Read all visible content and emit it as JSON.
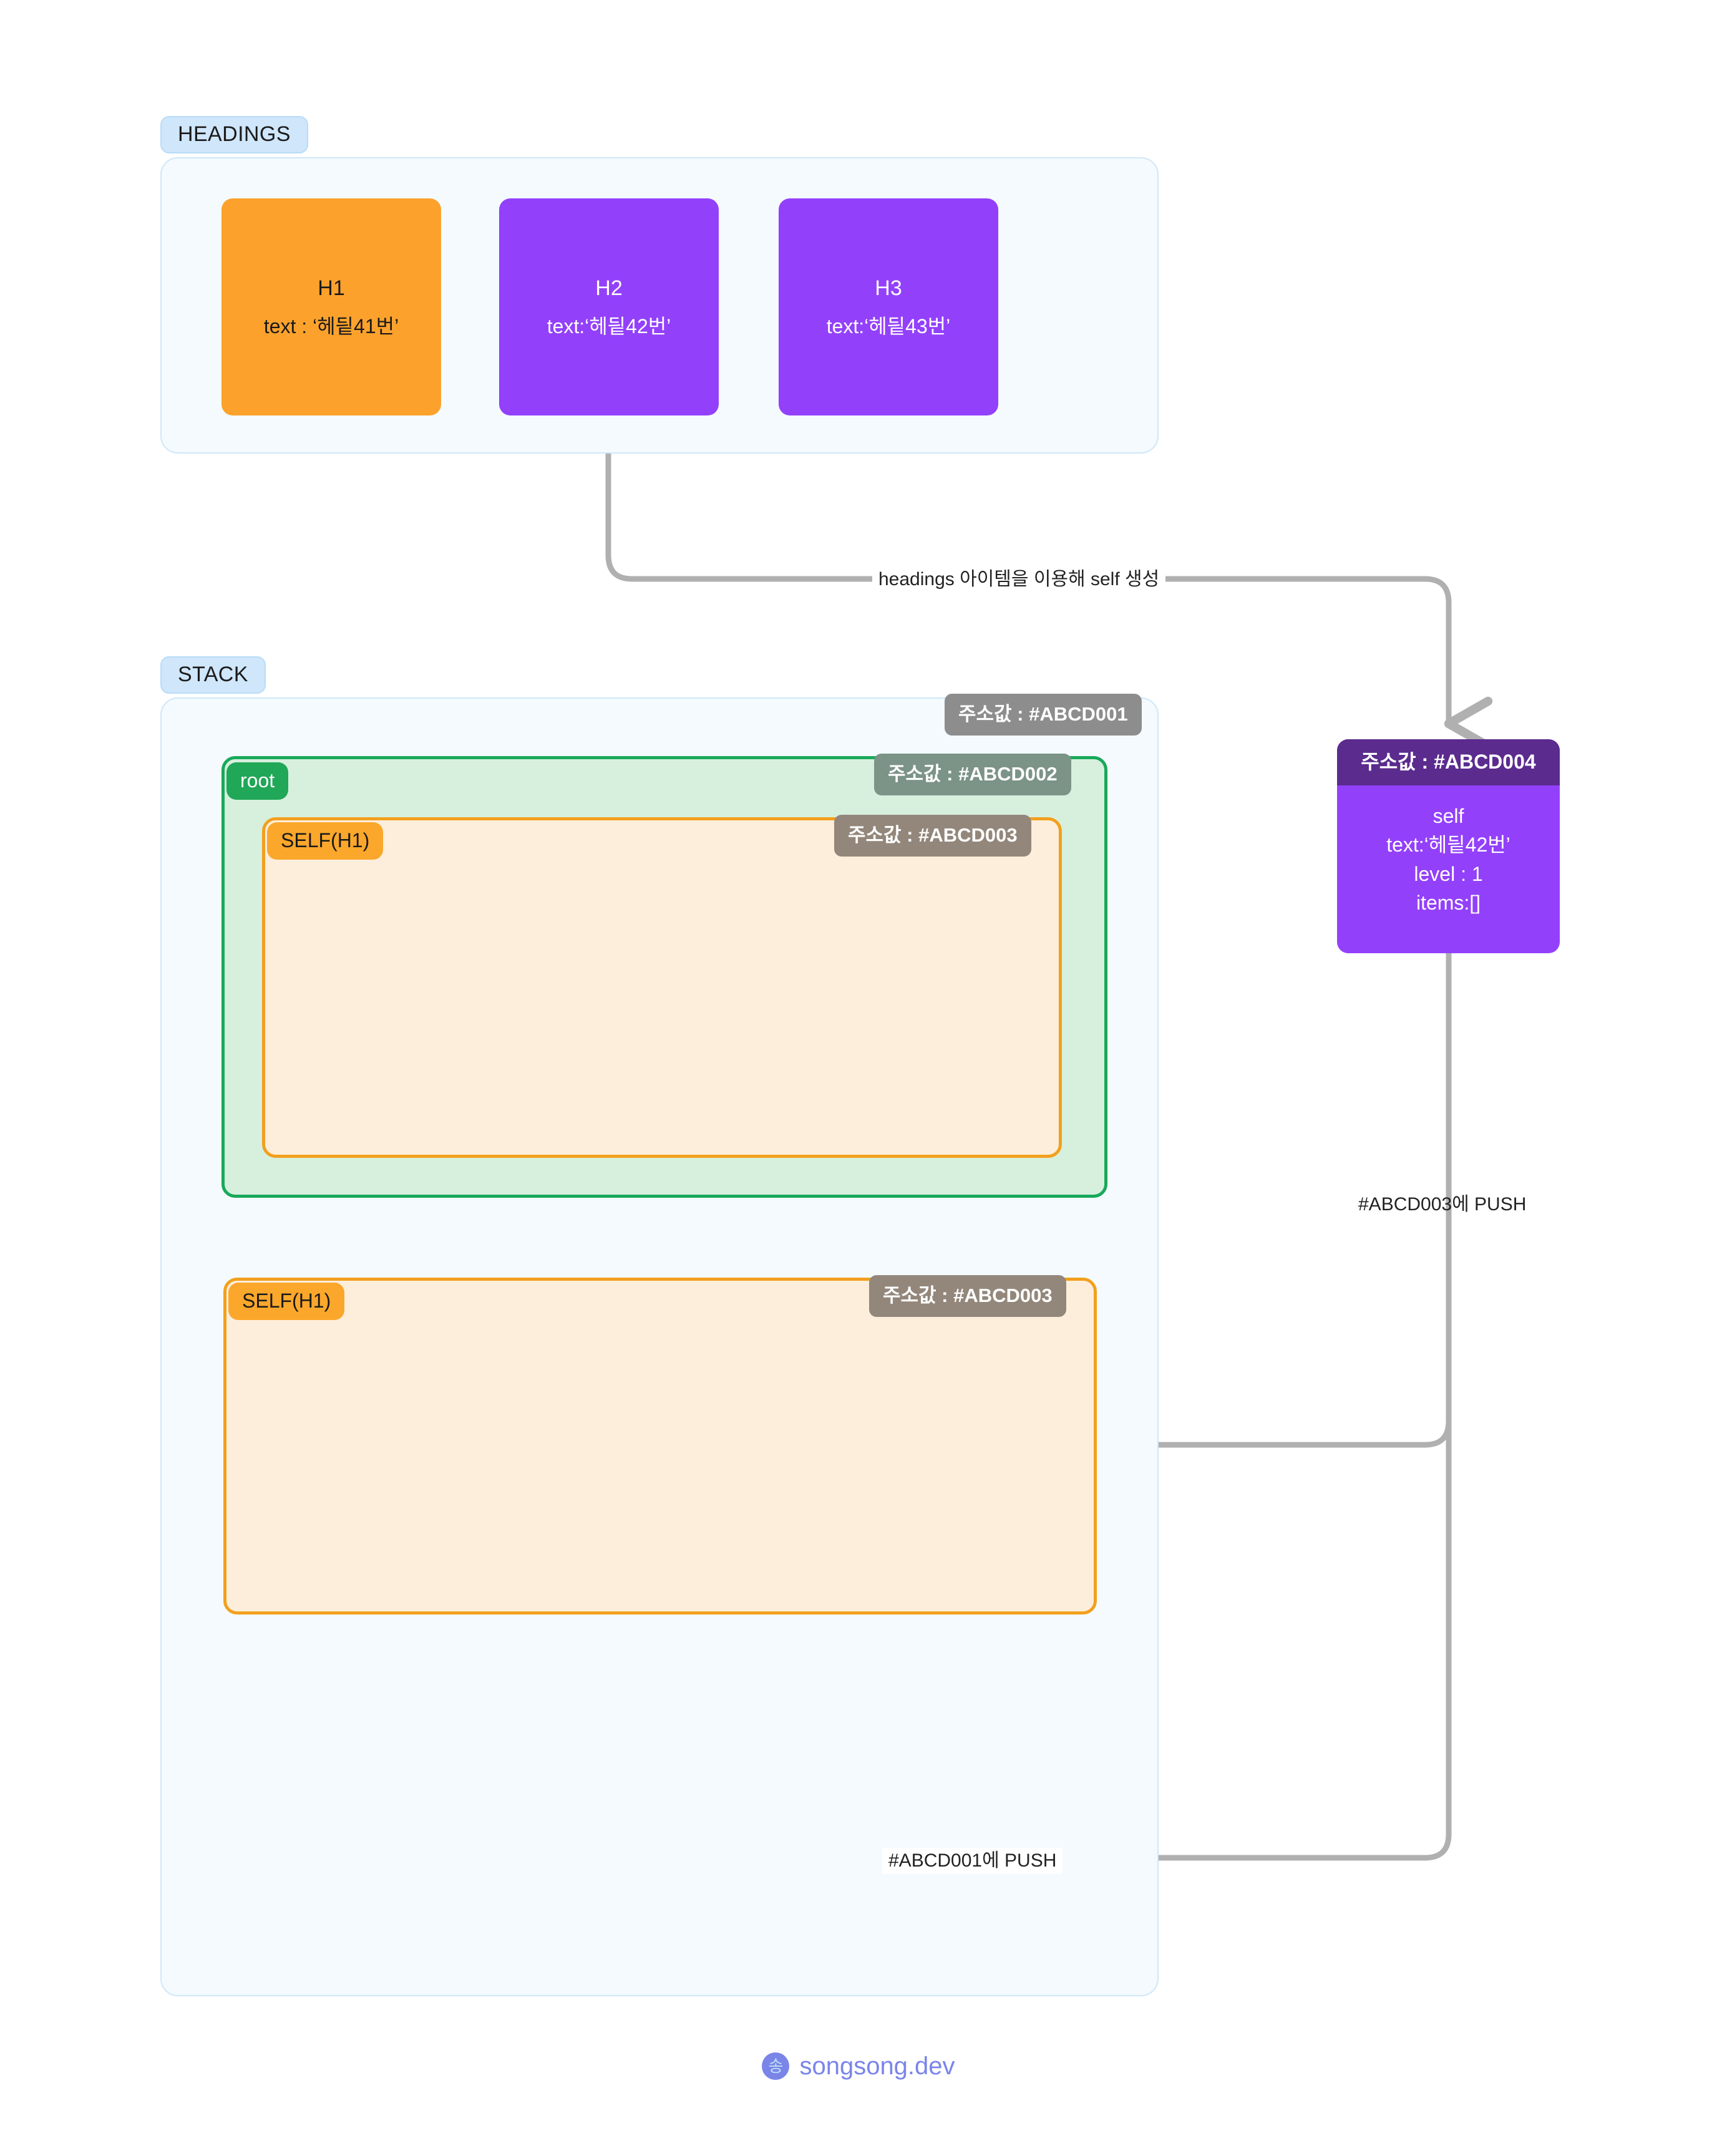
{
  "sections": {
    "headings": {
      "tag": "HEADINGS"
    },
    "stack": {
      "tag": "STACK"
    }
  },
  "headings": {
    "cards": [
      {
        "title": "H1",
        "sub": "text : ‘헤딑41번’",
        "color": "#fca22c"
      },
      {
        "title": "H2",
        "sub": "text:‘헤딑42번’",
        "color": "#9340fb"
      },
      {
        "title": "H3",
        "sub": "text:‘헤딑43번’",
        "color": "#9340fb"
      }
    ]
  },
  "stack": {
    "root_address": "주소값 : #ABCD001",
    "root_box": {
      "label": "root",
      "address": "주소값 : #ABCD002"
    },
    "inner_self": {
      "label": "SELF(H1)",
      "address": "주소값 : #ABCD003"
    },
    "detached_self": {
      "label": "SELF(H1)",
      "address": "주소값 : #ABCD003"
    }
  },
  "self_node": {
    "address": "주소값 : #ABCD004",
    "lines": [
      "self",
      "text:‘헤딑42번’",
      "level : 1",
      "items:[]"
    ]
  },
  "edges": {
    "create_self": "headings 아이템을 이용해 self 생성",
    "push_003": "#ABCD003에 PUSH",
    "push_001": "#ABCD001에 PUSH"
  },
  "footer": {
    "logo_glyph": "송",
    "brand": "songsong.dev"
  },
  "colors": {
    "panel_bg": "#f4fafe",
    "panel_border": "#cfe7f8",
    "tag_bg": "#cfe6fb",
    "orange": "#fca22c",
    "purple": "#9340fb",
    "purple_dark": "#5b2b8e",
    "green": "#18a95a",
    "green_fill": "#d7f0de",
    "orange_fill": "#fdeedb",
    "badge_grey": "#8d8d8d",
    "edge_grey": "#b0b0b0",
    "brand": "#7b85e8"
  }
}
